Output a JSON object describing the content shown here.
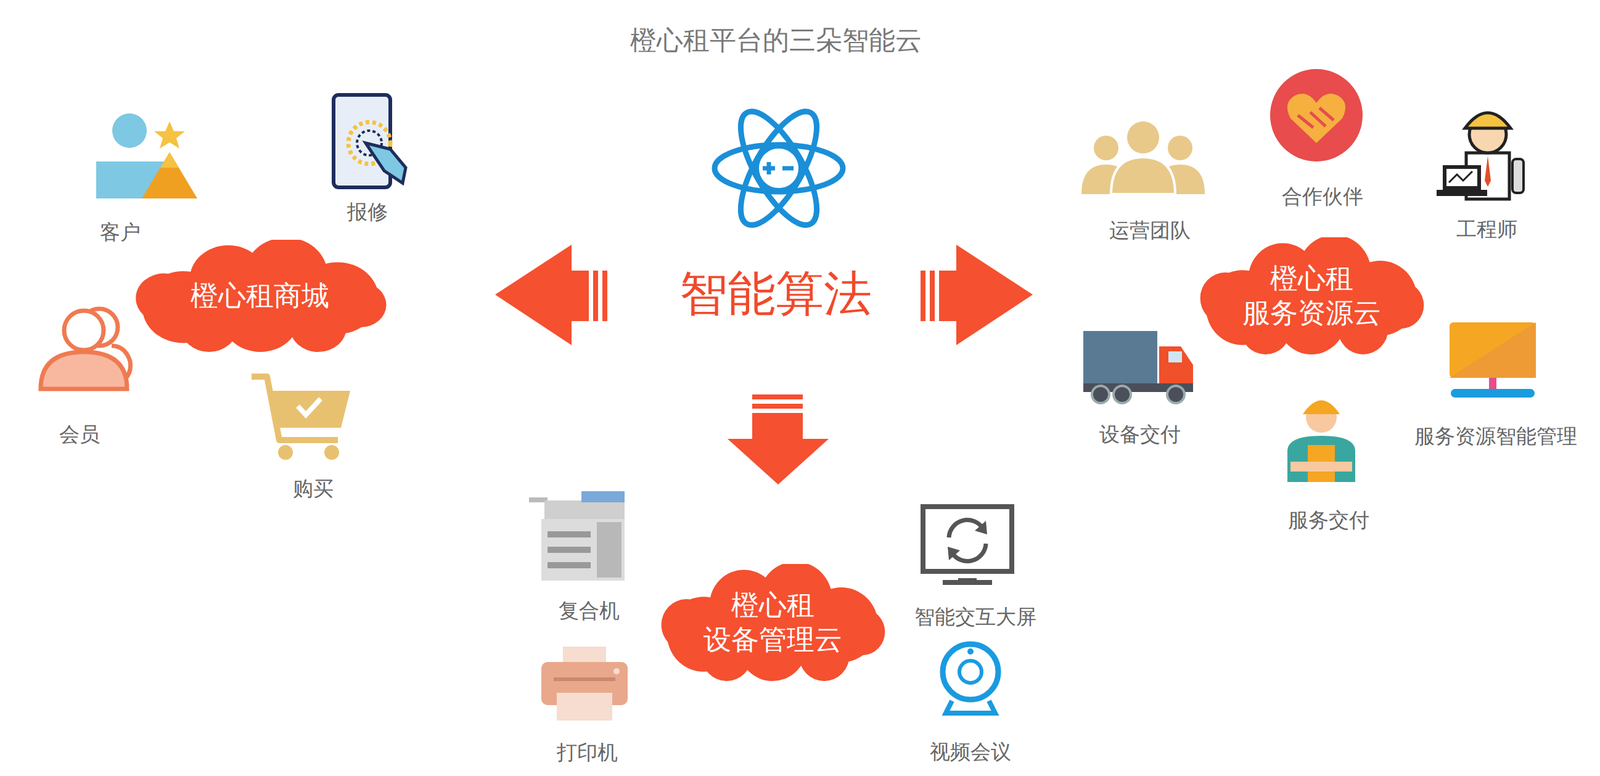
{
  "diagram": {
    "title": "橙心租平台的三朵智能云",
    "nodes": [
      {
        "text": [
          "橙心租商城"
        ]
      },
      {
        "text": [
          "橙心租 服务资源云"
        ]
      },
      {
        "text": [
          "橙心租 设备管理云"
        ]
      }
    ],
    "labels": [
      "智能算法",
      "客户",
      "报修",
      "会员",
      "购买",
      "运营团队",
      "合作伙伴",
      "工程师",
      "设备交付",
      "服务资源智能管理",
      "服务交付",
      "复合机",
      "打印机",
      "智能交互大屏",
      "视频会议"
    ]
  }
}
